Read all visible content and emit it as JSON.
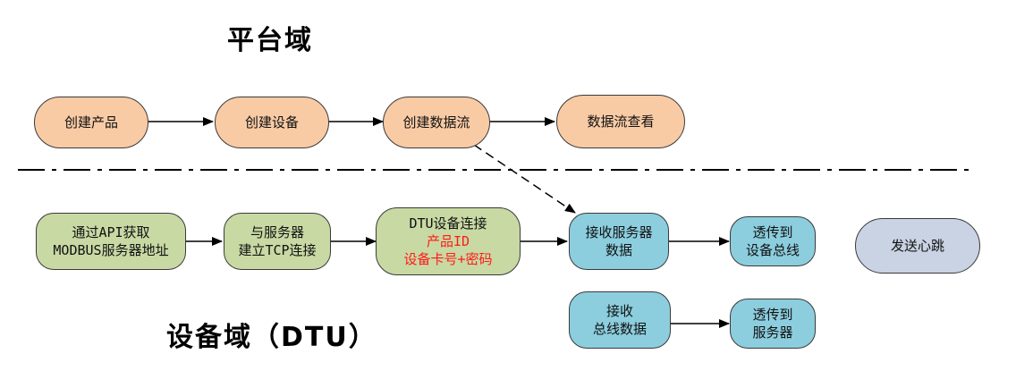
{
  "platform_domain": {
    "title": "平台域",
    "steps": [
      "创建产品",
      "创建设备",
      "创建数据流",
      "数据流查看"
    ]
  },
  "device_domain": {
    "title": "设备域（DTU）",
    "row1": {
      "get_address": [
        "通过API获取",
        "MODBUS服务器地址"
      ],
      "tcp_connect": [
        "与服务器",
        "建立TCP连接"
      ],
      "dtu_connect": {
        "line1": "DTU设备连接",
        "line2": "产品ID",
        "line3": "设备卡号+密码"
      },
      "recv_server": [
        "接收服务器",
        "数据"
      ],
      "to_bus": [
        "透传到",
        "设备总线"
      ],
      "heartbeat": "发送心跳"
    },
    "row2": {
      "recv_bus": [
        "接收",
        "总线数据"
      ],
      "to_server": [
        "透传到",
        "服务器"
      ]
    }
  },
  "colors": {
    "platform_node": "#f9cba5",
    "device_green_node": "#c8d9a3",
    "device_blue_node": "#8ccede",
    "heartbeat_node": "#c9d3e3",
    "highlight_text": "#ff1a1a"
  }
}
